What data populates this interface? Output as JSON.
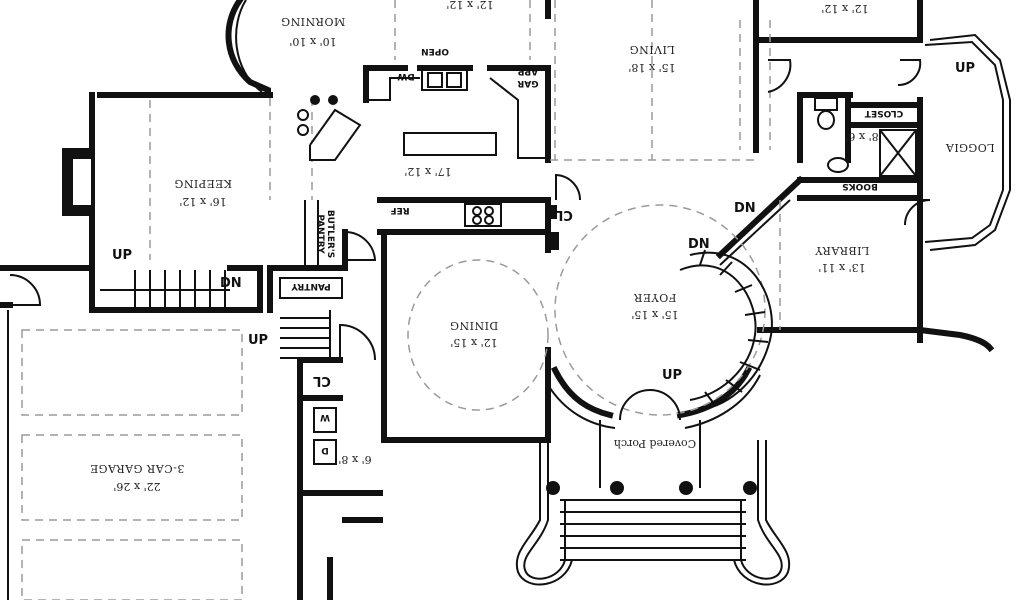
{
  "rooms": {
    "top_left": {
      "dim": "12' x 12'"
    },
    "top_right": {
      "dim": "12' x 12'"
    },
    "morning": {
      "name": "MORNING",
      "dim": "10' x 10'"
    },
    "living": {
      "name": "LIVING",
      "dim": "15' x 18'"
    },
    "keeping": {
      "name": "KEEPING",
      "dim": "16' x 12'"
    },
    "kitchen": {
      "dim": "17' x 12'"
    },
    "dining": {
      "name": "DINING",
      "dim": "12' x 15'"
    },
    "foyer": {
      "name": "FOYER",
      "dim": "15' x 15'"
    },
    "library": {
      "name": "LIBRARY",
      "dim": "13' x 11'"
    },
    "loggia": {
      "name": "LOGGIA"
    },
    "garage": {
      "name": "3-CAR GARAGE",
      "dim": "22' x 26'"
    },
    "laundry": {
      "dim": "6' x 8'"
    },
    "bath": {
      "dim": "8' x 6'"
    }
  },
  "labels": {
    "open": "OPEN",
    "dw": "DW",
    "app_gar_1": "APP",
    "app_gar_2": "GAR",
    "ref": "REF",
    "cl_kitchen": "CL",
    "cl_laundry": "CL",
    "closet": "CLOSET",
    "books": "BOOKS",
    "pantry": "PANTRY",
    "butlers_1": "BUTLER'S",
    "butlers_2": "PANTRY",
    "washer": "W",
    "dryer": "D",
    "covered_porch": "Covered Porch"
  },
  "stairs": {
    "up_keeping": "UP",
    "dn_keeping": "DN",
    "up_garage": "UP",
    "up_loggia": "UP",
    "dn_library_1": "DN",
    "dn_library_2": "DN",
    "up_foyer": "UP"
  }
}
